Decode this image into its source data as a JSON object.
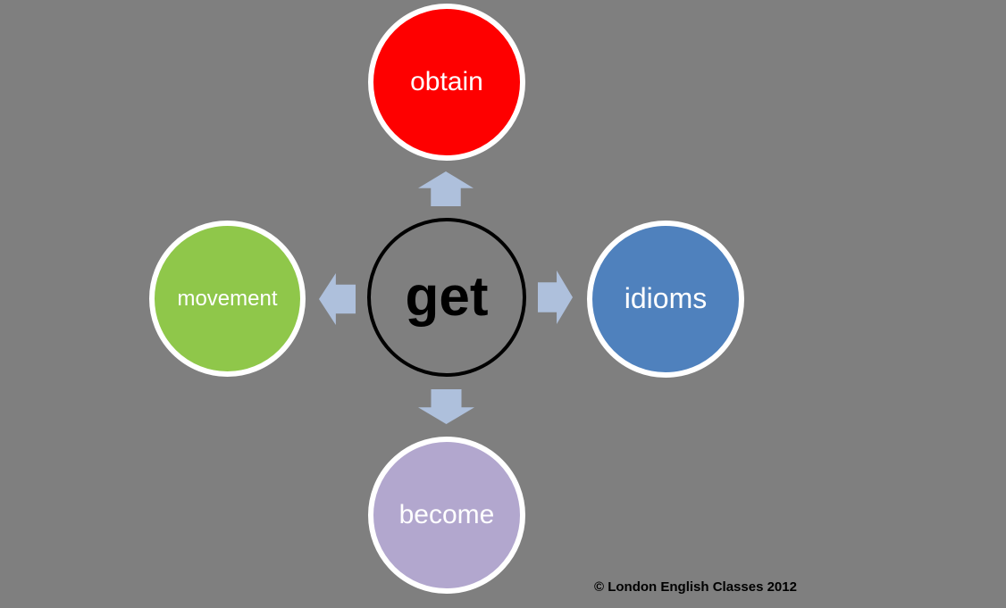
{
  "diagram": {
    "background_color": "#7f7f7f",
    "arrow_color": "#aec0dc",
    "circle_border_color": "#ffffff",
    "center": {
      "label": "get",
      "text_color": "#000000",
      "ring_color": "#000000",
      "fill": "transparent"
    },
    "nodes": {
      "top": {
        "label": "obtain",
        "color": "#fe0000",
        "text_color": "#ffffff",
        "position": "top"
      },
      "right": {
        "label": "idioms",
        "color": "#4f81bd",
        "text_color": "#ffffff",
        "position": "right"
      },
      "bottom": {
        "label": "become",
        "color": "#b2a7ce",
        "text_color": "#ffffff",
        "position": "bottom"
      },
      "left": {
        "label": "movement",
        "color": "#8fc74a",
        "text_color": "#ffffff",
        "position": "left"
      }
    },
    "arrows": [
      {
        "name": "arrow-up",
        "direction": "up",
        "from": "get",
        "to": "obtain"
      },
      {
        "name": "arrow-right",
        "direction": "right",
        "from": "get",
        "to": "idioms"
      },
      {
        "name": "arrow-down",
        "direction": "down",
        "from": "get",
        "to": "become"
      },
      {
        "name": "arrow-left",
        "direction": "left",
        "from": "get",
        "to": "movement"
      }
    ]
  },
  "footer": {
    "copyright": "© London English Classes 2012"
  }
}
